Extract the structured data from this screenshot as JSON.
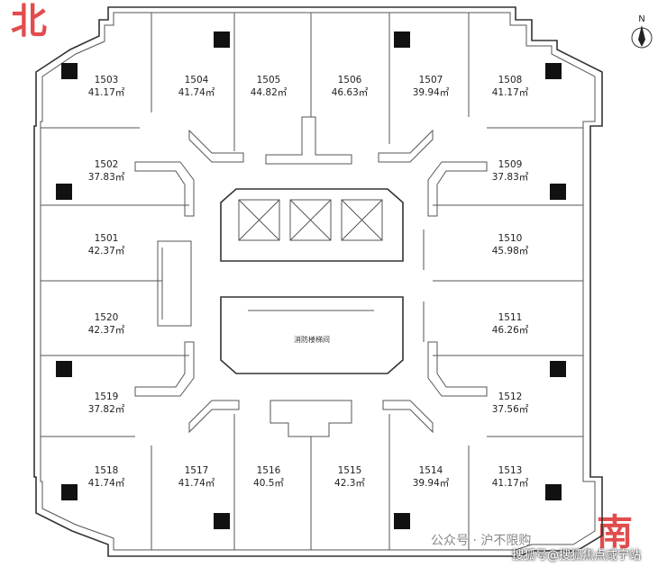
{
  "compass": {
    "north_letter": "N"
  },
  "orientation": {
    "north_char": "北",
    "south_char": "南"
  },
  "core": {
    "fire_stair_label": "消防楼梯间"
  },
  "units": [
    {
      "no": "1503",
      "area": "41.17㎡"
    },
    {
      "no": "1504",
      "area": "41.74㎡"
    },
    {
      "no": "1505",
      "area": "44.82㎡"
    },
    {
      "no": "1506",
      "area": "46.63㎡"
    },
    {
      "no": "1507",
      "area": "39.94㎡"
    },
    {
      "no": "1508",
      "area": "41.17㎡"
    },
    {
      "no": "1502",
      "area": "37.83㎡"
    },
    {
      "no": "1509",
      "area": "37.83㎡"
    },
    {
      "no": "1501",
      "area": "42.37㎡"
    },
    {
      "no": "1510",
      "area": "45.98㎡"
    },
    {
      "no": "1520",
      "area": "42.37㎡"
    },
    {
      "no": "1511",
      "area": "46.26㎡"
    },
    {
      "no": "1519",
      "area": "37.82㎡"
    },
    {
      "no": "1512",
      "area": "37.56㎡"
    },
    {
      "no": "1518",
      "area": "41.74㎡"
    },
    {
      "no": "1517",
      "area": "41.74㎡"
    },
    {
      "no": "1516",
      "area": "40.5㎡"
    },
    {
      "no": "1515",
      "area": "42.3㎡"
    },
    {
      "no": "1514",
      "area": "39.94㎡"
    },
    {
      "no": "1513",
      "area": "41.17㎡"
    }
  ],
  "watermark": "公众号 · 沪不限购",
  "source_tag": "搜狐号@搜狐焦点咸宁站"
}
